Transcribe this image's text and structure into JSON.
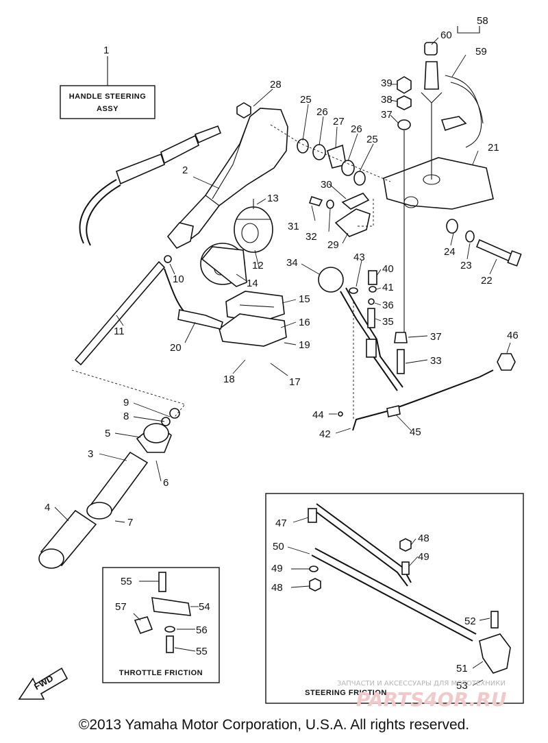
{
  "handle_box": {
    "line1": "HANDLE STEERING",
    "line2": "ASSY"
  },
  "throttle_box": {
    "title": "THROTTLE FRICTION"
  },
  "steering_box": {
    "title": "STEERING FRICTION"
  },
  "fwd_label": "FWD",
  "watermark": {
    "text": "ЗАПЧАСТИ И АКСЕССУАРЫ ДЛЯ МОТОТЕХНИКИ",
    "logo": "PARTS4OR.RU"
  },
  "copyright": "©2013 Yamaha Motor Corporation, U.S.A. All rights reserved.",
  "part_numbers": {
    "p1": "1",
    "p2": "2",
    "p3": "3",
    "p4": "4",
    "p5": "5",
    "p6": "6",
    "p7": "7",
    "p8": "8",
    "p9": "9",
    "p10": "10",
    "p11": "11",
    "p12": "12",
    "p13": "13",
    "p14": "14",
    "p15": "15",
    "p16": "16",
    "p17": "17",
    "p18": "18",
    "p19": "19",
    "p20": "20",
    "p21": "21",
    "p22": "22",
    "p23": "23",
    "p24": "24",
    "p25a": "25",
    "p25b": "25",
    "p26a": "26",
    "p26b": "26",
    "p27": "27",
    "p28": "28",
    "p29": "29",
    "p30": "30",
    "p31": "31",
    "p32": "32",
    "p33": "33",
    "p34": "34",
    "p35": "35",
    "p36": "36",
    "p37a": "37",
    "p37b": "37",
    "p38": "38",
    "p39": "39",
    "p40": "40",
    "p41": "41",
    "p42": "42",
    "p43": "43",
    "p44": "44",
    "p45": "45",
    "p46": "46",
    "p47": "47",
    "p48a": "48",
    "p48b": "48",
    "p49a": "49",
    "p49b": "49",
    "p50": "50",
    "p51": "51",
    "p52": "52",
    "p53": "53",
    "p54": "54",
    "p55a": "55",
    "p55b": "55",
    "p56": "56",
    "p57": "57",
    "p58": "58",
    "p59": "59",
    "p60": "60"
  }
}
